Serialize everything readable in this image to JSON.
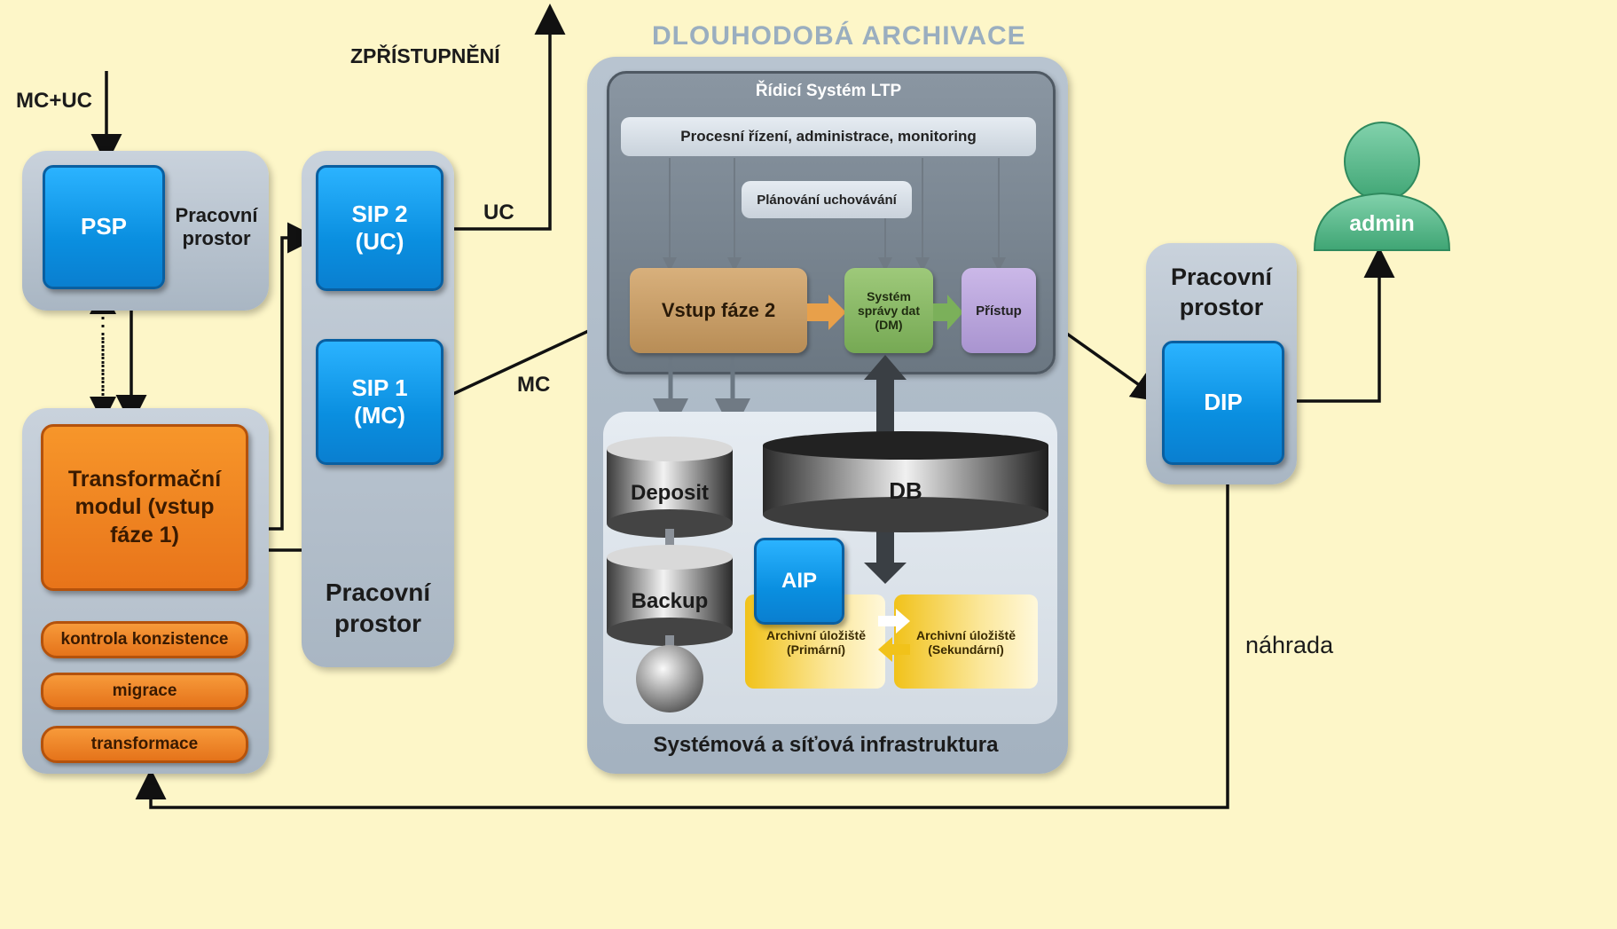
{
  "top": {
    "title": "DLOUHODOBÁ ARCHIVACE",
    "access_label": "ZPŘÍSTUPNĚNÍ",
    "input_label": "MC+UC"
  },
  "left": {
    "psp": "PSP",
    "workspace": "Pracovní prostor",
    "transform_module": "Transformační modul (vstup fáze 1)",
    "pills": [
      "kontrola konzistence",
      "migrace",
      "transformace"
    ]
  },
  "middle": {
    "sip2": "SIP 2 (UC)",
    "sip1": "SIP 1 (MC)",
    "workspace": "Pracovní prostor",
    "uc_label": "UC",
    "mc_label": "MC"
  },
  "archive": {
    "control_title": "Řídicí Systém LTP",
    "process_mgmt": "Procesní řízení, administrace, monitoring",
    "planning": "Plánování uchovávání",
    "ingest2": "Vstup fáze 2",
    "dm": "Systém správy dat (DM)",
    "access": "Přístup",
    "deposit": "Deposit",
    "backup": "Backup",
    "db": "DB",
    "aip": "AIP",
    "storage_primary": "Archivní úložiště (Primární)",
    "storage_secondary": "Archivní úložiště (Sekundární)",
    "infra": "Systémová a síťová infrastruktura"
  },
  "right": {
    "workspace": "Pracovní prostor",
    "dip": "DIP",
    "admin": "admin",
    "replacement": "náhrada"
  },
  "colors": {
    "background": "#fdf6c8",
    "blue_box": "#0a8fe0",
    "orange_box": "#e8741a",
    "panel": "#b4c0cc",
    "admin_green": "#5dbd8e"
  }
}
